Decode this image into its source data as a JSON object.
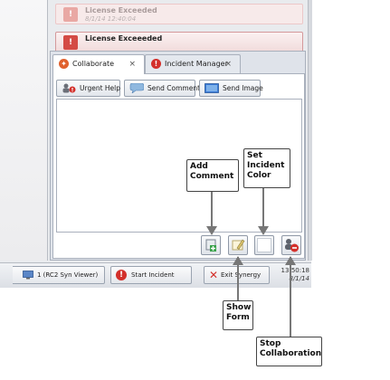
{
  "alerts": [
    {
      "title": "License Exceeded",
      "time": "8/1/14 12:40:04"
    },
    {
      "title": "License Exceeeded",
      "time": ""
    }
  ],
  "tabs": [
    {
      "label": "Collaborate",
      "close": "×",
      "icon": "flame-icon"
    },
    {
      "label": "Incident Manager",
      "close": "×",
      "icon": "alert-icon"
    }
  ],
  "toolbar": {
    "urgent_help": "Urgent Help",
    "send_comment": "Send Comment",
    "send_image": "Send Image"
  },
  "statusbar": {
    "viewer": "1 (RC2 Syn Viewer)",
    "start_incident": "Start Incident",
    "exit": "Exit Synergy",
    "time": "13:50:18",
    "date": "8/1/14"
  },
  "callouts": {
    "add_comment": "Add Comment",
    "set_color": "Set Incident Color",
    "show_form": "Show Form",
    "stop_collab": "Stop Collaboration"
  },
  "colors": {
    "alert": "#d44b45",
    "panel": "#e9ebee",
    "accent": "#3b7bd6"
  }
}
